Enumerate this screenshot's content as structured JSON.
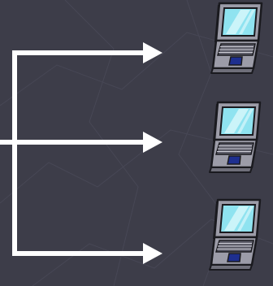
{
  "colors": {
    "background": "#3d3d49",
    "background_lines": "#474755",
    "arrows": "#ffffff",
    "laptop_body": "#9c9ca8",
    "laptop_outline": "#1a1a1f",
    "screen": "#8fe3f0",
    "screen_highlight": "#d9f7fb",
    "keyboard": "#5e5e6a",
    "touchpad": "#1e2f8f"
  },
  "diagram": {
    "arrows": [
      {
        "name": "arrow-to-laptop-1"
      },
      {
        "name": "arrow-to-laptop-2"
      },
      {
        "name": "arrow-to-laptop-3"
      }
    ],
    "laptops": [
      {
        "name": "laptop-top",
        "icon": "laptop-icon"
      },
      {
        "name": "laptop-middle",
        "icon": "laptop-icon"
      },
      {
        "name": "laptop-bottom",
        "icon": "laptop-icon"
      }
    ]
  }
}
